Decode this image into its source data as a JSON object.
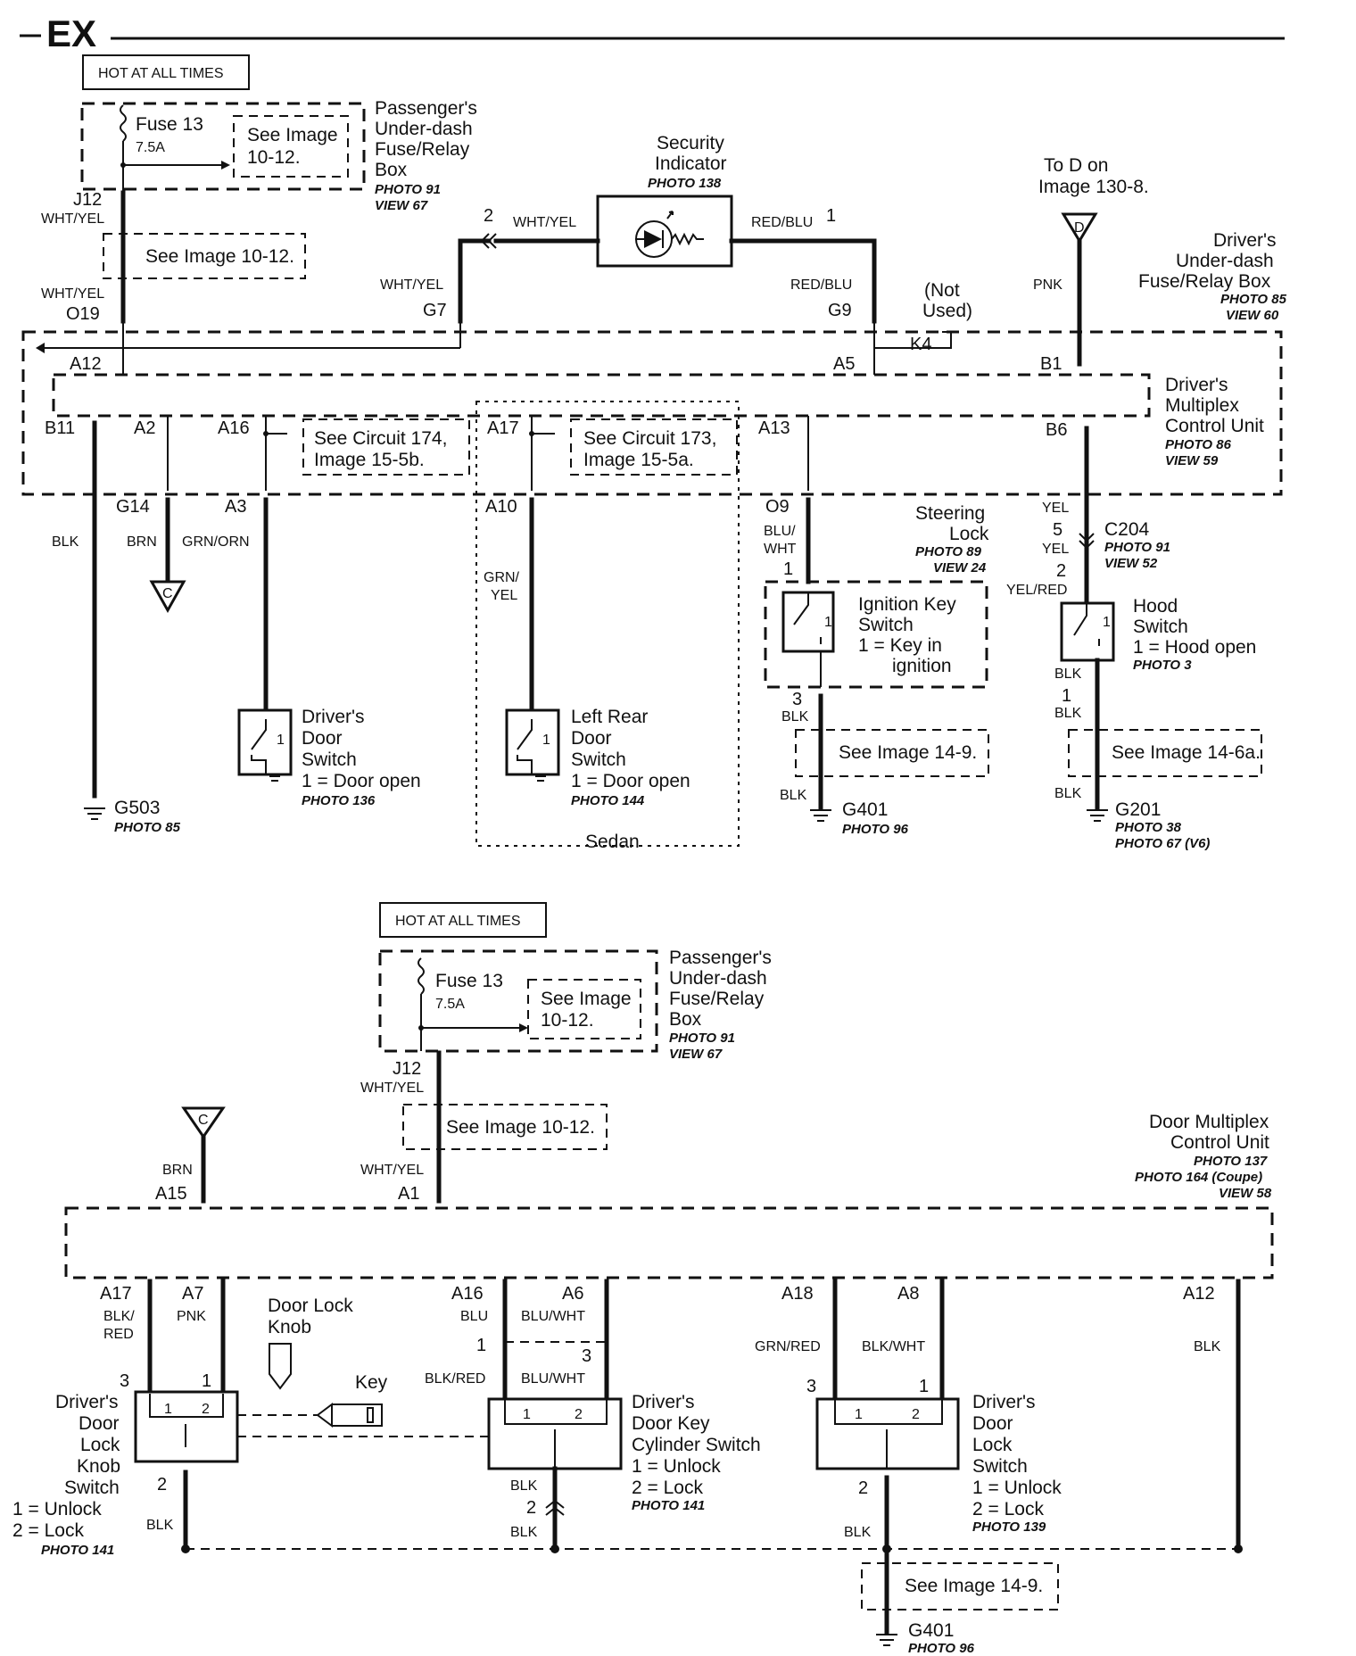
{
  "header": {
    "section": "EX"
  },
  "top": {
    "hot": "HOT AT ALL TIMES",
    "fuse_name": "Fuse 13",
    "fuse_rating": "7.5A",
    "see_image_a": "See Image",
    "see_image_b": "10-12.",
    "pbox_l1": "Passenger's",
    "pbox_l2": "Under-dash",
    "pbox_l3": "Fuse/Relay",
    "pbox_l4": "Box",
    "pbox_photo": "PHOTO 91",
    "pbox_view": "VIEW 67",
    "j12": "J12",
    "whtyel": "WHT/YEL",
    "see_10_12": "See Image 10-12.",
    "o19": "O19",
    "sec_l1": "Security",
    "sec_l2": "Indicator",
    "sec_photo": "PHOTO 138",
    "pin2": "2",
    "pin1": "1",
    "redblu": "RED/BLU",
    "g7": "G7",
    "g9": "G9",
    "not_used_1": "(Not",
    "not_used_2": "Used)",
    "k4": "K4",
    "a5": "A5",
    "a12": "A12",
    "b1": "B1",
    "tod_1": "To D on",
    "tod_2": "Image 130-8.",
    "d": "D",
    "pnk": "PNK",
    "drv_box_1": "Driver's",
    "drv_box_2": "Under-dash",
    "drv_box_3": "Fuse/Relay Box",
    "drv_box_photo": "PHOTO 85",
    "drv_box_view": "VIEW 60",
    "mcu_1": "Driver's",
    "mcu_2": "Multiplex",
    "mcu_3": "Control Unit",
    "mcu_photo": "PHOTO 86",
    "mcu_view": "VIEW 59",
    "b11": "B11",
    "a2": "A2",
    "a16": "A16",
    "circ174_1": "See Circuit 174,",
    "circ174_2": "Image 15-5b.",
    "a17": "A17",
    "circ173_1": "See Circuit 173,",
    "circ173_2": "Image 15-5a.",
    "a13": "A13",
    "b6": "B6",
    "g14": "G14",
    "a3": "A3",
    "a10": "A10",
    "o9": "O9",
    "blk": "BLK",
    "brn": "BRN",
    "grnorn": "GRN/ORN",
    "grn": "GRN/",
    "yel": "YEL",
    "blu": "BLU/",
    "wht": "WHT",
    "c": "C",
    "steer_1": "Steering",
    "steer_2": "Lock",
    "steer_photo": "PHOTO 89",
    "steer_view": "VIEW 24",
    "c204": "C204",
    "c204_photo": "PHOTO 91",
    "c204_view": "VIEW 52",
    "pin5": "5",
    "yelred": "YEL/RED",
    "pin3": "3",
    "ign_1": "Ignition Key",
    "ign_2": "Switch",
    "ign_3": "1 = Key in",
    "ign_4": "ignition",
    "hood_1": "Hood",
    "hood_2": "Switch",
    "hood_3": "1 = Hood  open",
    "hood_photo": "PHOTO 3",
    "dds_1": "Driver's",
    "dds_2": "Door",
    "dds_3": "Switch",
    "dds_4": "1 = Door open",
    "dds_photo": "PHOTO 136",
    "lrd_1": "Left Rear",
    "lrd_2": "Door",
    "lrd_3": "Switch",
    "lrd_4": "1 = Door open",
    "lrd_photo": "PHOTO 144",
    "sedan": "Sedan",
    "see_14_9": "See Image 14-9.",
    "see_14_6a": "See Image 14-6a.",
    "g503": "G503",
    "g503_photo": "PHOTO 85",
    "g401": "G401",
    "g401_photo": "PHOTO 96",
    "g201": "G201",
    "g201_photo1": "PHOTO 38",
    "g201_photo2": "PHOTO 67 (V6)"
  },
  "bottom": {
    "hot": "HOT AT ALL TIMES",
    "fuse_name": "Fuse 13",
    "fuse_rating": "7.5A",
    "see_image_a": "See Image",
    "see_image_b": "10-12.",
    "pbox_l1": "Passenger's",
    "pbox_l2": "Under-dash",
    "pbox_l3": "Fuse/Relay",
    "pbox_l4": "Box",
    "pbox_photo": "PHOTO 91",
    "pbox_view": "VIEW 67",
    "j12": "J12",
    "whtyel": "WHT/YEL",
    "see_10_12": "See Image 10-12.",
    "c": "C",
    "brn": "BRN",
    "a15": "A15",
    "a1": "A1",
    "dmcu_1": "Door Multiplex",
    "dmcu_2": "Control Unit",
    "dmcu_photo1": "PHOTO 137",
    "dmcu_photo2": "PHOTO 164 (Coupe)",
    "dmcu_view": "VIEW 58",
    "a17": "A17",
    "a7": "A7",
    "a16": "A16",
    "a6": "A6",
    "a18": "A18",
    "a8": "A8",
    "a12": "A12",
    "blk": "BLK",
    "red": "RED",
    "pnk": "PNK",
    "blu": "BLU",
    "bluwht": "BLU/WHT",
    "blkred": "BLK/RED",
    "grnred": "GRN/RED",
    "blkwht": "BLK/WHT",
    "blk_slash": "BLK/",
    "pin1": "1",
    "pin2": "2",
    "pin3": "3",
    "knob_1": "Door Lock",
    "knob_2": "Knob",
    "key": "Key",
    "dlk_1": "Driver's",
    "dlk_2": "Door",
    "dlk_3": "Lock",
    "dlk_4": "Knob",
    "dlk_5": "Switch",
    "dlk_6": "1 = Unlock",
    "dlk_7": "2 = Lock",
    "dlk_photo": "PHOTO 141",
    "dkc_1": "Driver's",
    "dkc_2": "Door Key",
    "dkc_3": "Cylinder Switch",
    "dkc_4": "1 = Unlock",
    "dkc_5": "2 = Lock",
    "dkc_photo": "PHOTO 141",
    "dls_1": "Driver's",
    "dls_2": "Door",
    "dls_3": "Lock",
    "dls_4": "Switch",
    "dls_5": "1 = Unlock",
    "dls_6": "2 = Lock",
    "dls_photo": "PHOTO 139",
    "see_14_9": "See Image 14-9.",
    "g401": "G401",
    "g401_photo": "PHOTO 96"
  }
}
